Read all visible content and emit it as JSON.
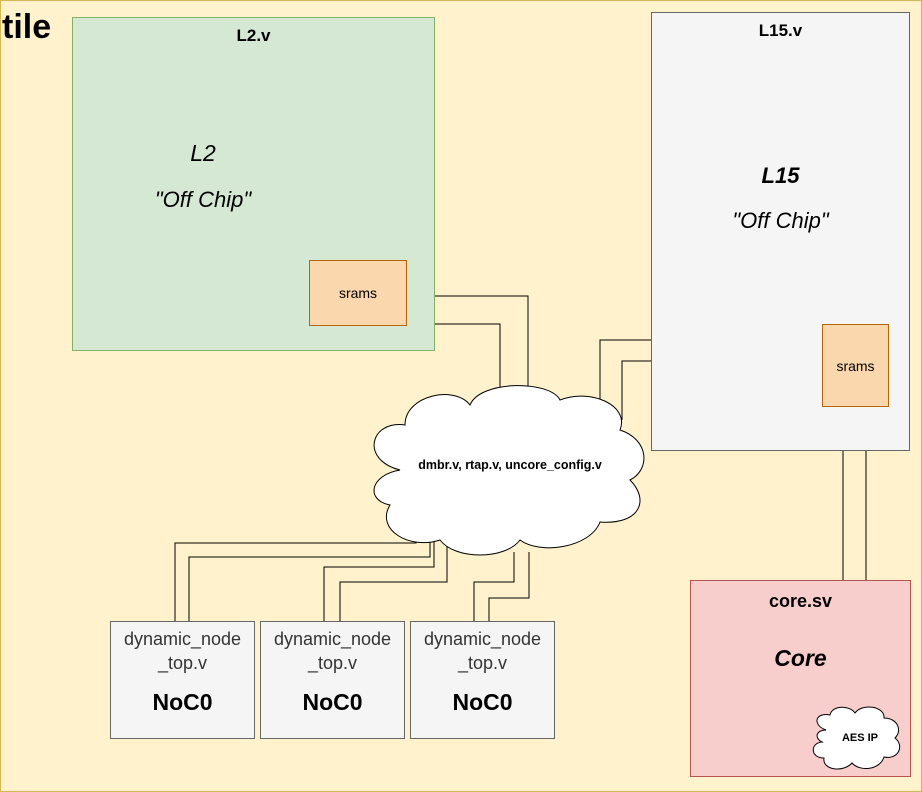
{
  "tile": {
    "title": "tile"
  },
  "l2": {
    "file": "L2.v",
    "name": "L2",
    "note": "\"Off Chip\"",
    "srams": "srams"
  },
  "l15": {
    "file": "L15.v",
    "name": "L15",
    "note": "\"Off Chip\"",
    "srams": "srams"
  },
  "cloud": {
    "label": "dmbr.v, rtap.v, uncore_config.v"
  },
  "core": {
    "file": "core.sv",
    "name": "Core",
    "ip": "AES IP"
  },
  "nocs": [
    {
      "file": "dynamic_node\n_top.v",
      "name": "NoC0"
    },
    {
      "file": "dynamic_node\n_top.v",
      "name": "NoC0"
    },
    {
      "file": "dynamic_node\n_top.v",
      "name": "NoC0"
    }
  ],
  "colors": {
    "tile_fill": "#fff2cc",
    "l2_fill": "#d5e8d4",
    "l15_fill": "#f5f5f5",
    "core_fill": "#f8cecc",
    "sram_fill": "#fad7ac",
    "noc_fill": "#f5f5f5"
  }
}
